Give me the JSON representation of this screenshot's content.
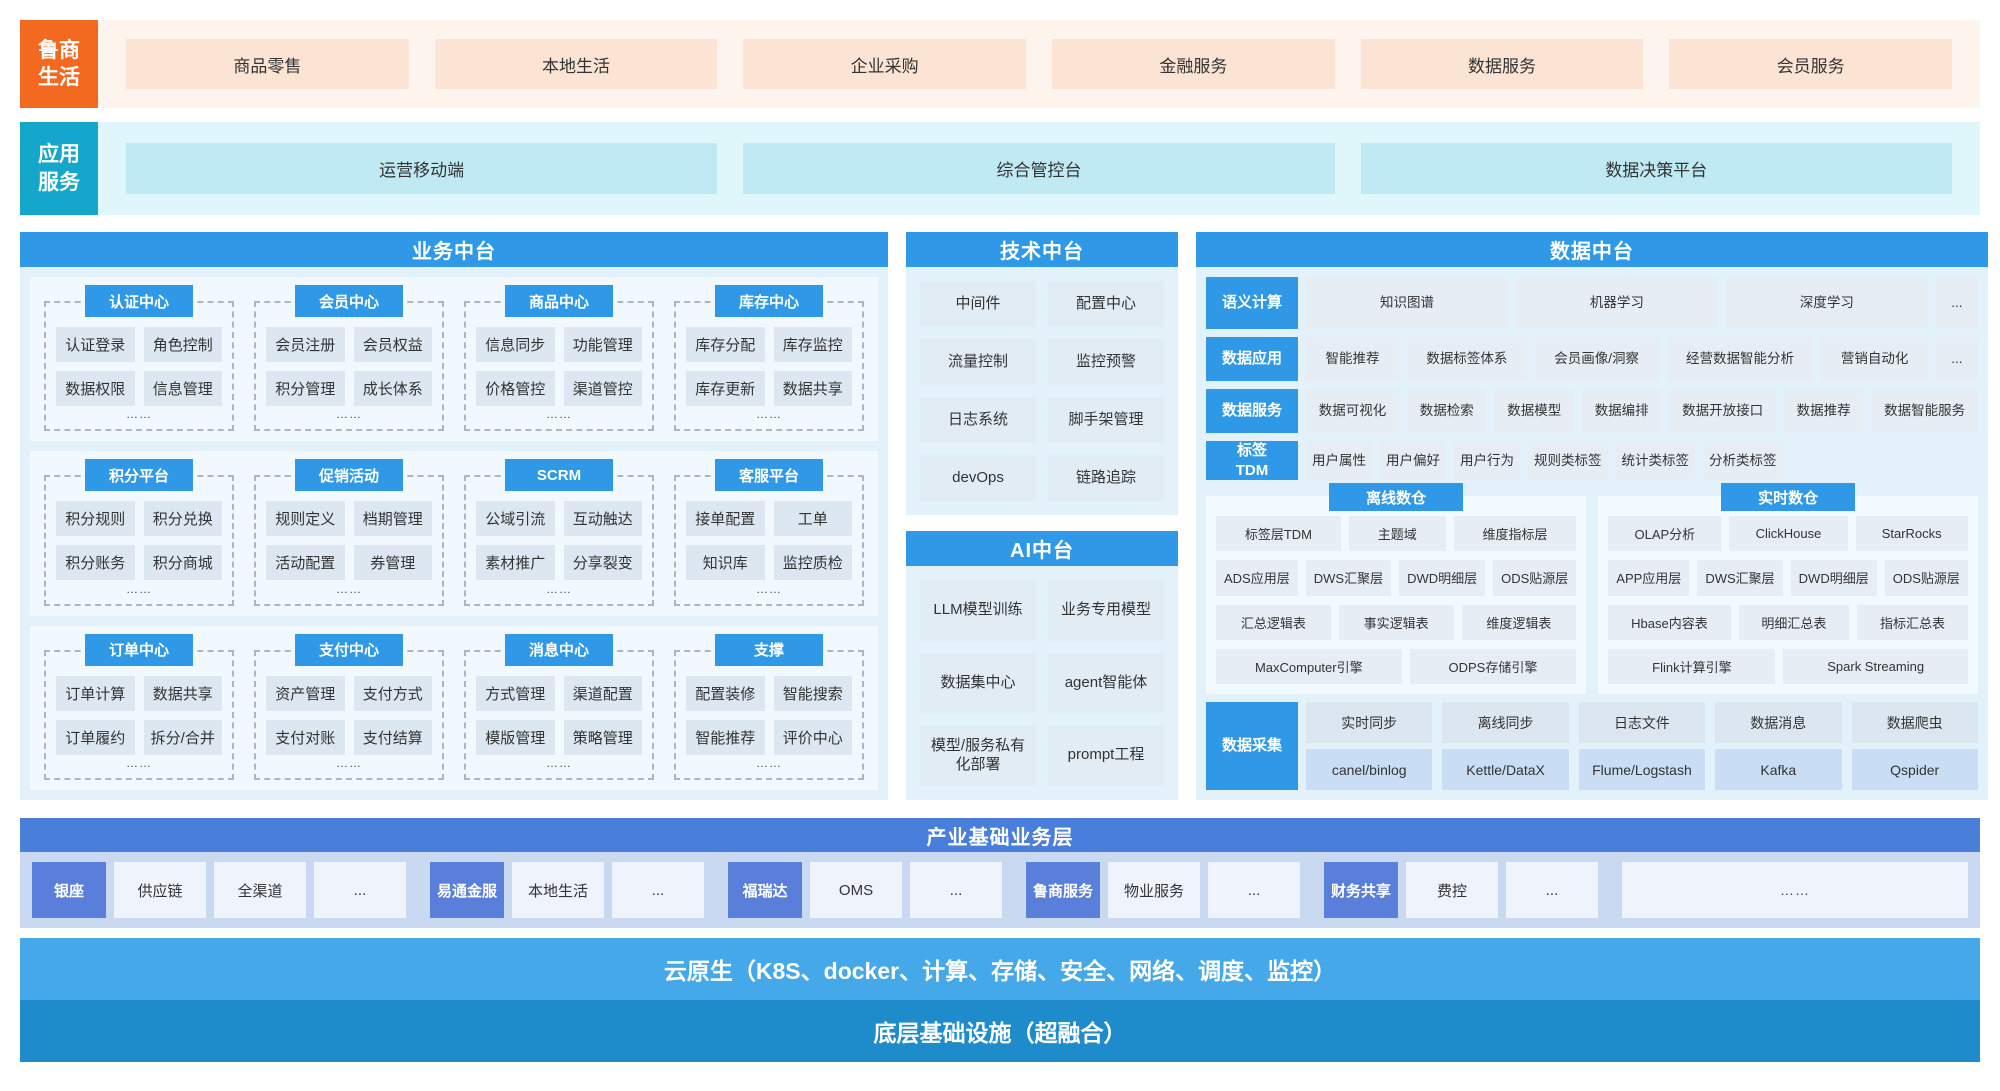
{
  "colors": {
    "brand_orange": "#F2691F",
    "app_cyan": "#14A6CB",
    "section_blue": "#2F99E8",
    "industry_blue": "#4A7EDB",
    "industry_chip_blue": "#5A7FDA",
    "cloud_blue": "#45A9E9",
    "infra_blue": "#1E8CCB"
  },
  "brand": {
    "logo": "鲁商\n生活",
    "items": [
      "商品零售",
      "本地生活",
      "企业采购",
      "金融服务",
      "数据服务",
      "会员服务"
    ]
  },
  "app": {
    "logo": "应用\n服务",
    "items": [
      "运营移动端",
      "综合管控台",
      "数据决策平台"
    ]
  },
  "business": {
    "title": "业务中台",
    "rows": [
      {
        "groups": [
          {
            "title": "认证中心",
            "cells": [
              "认证登录",
              "角色控制",
              "数据权限",
              "信息管理"
            ],
            "more": "……"
          },
          {
            "title": "会员中心",
            "cells": [
              "会员注册",
              "会员权益",
              "积分管理",
              "成长体系"
            ],
            "more": "……"
          },
          {
            "title": "商品中心",
            "cells": [
              "信息同步",
              "功能管理",
              "价格管控",
              "渠道管控"
            ],
            "more": "……"
          },
          {
            "title": "库存中心",
            "cells": [
              "库存分配",
              "库存监控",
              "库存更新",
              "数据共享"
            ],
            "more": "……"
          }
        ]
      },
      {
        "groups": [
          {
            "title": "积分平台",
            "cells": [
              "积分规则",
              "积分兑换",
              "积分账务",
              "积分商城"
            ],
            "more": "……"
          },
          {
            "title": "促销活动",
            "cells": [
              "规则定义",
              "档期管理",
              "活动配置",
              "券管理"
            ],
            "more": "……"
          },
          {
            "title": "SCRM",
            "cells": [
              "公域引流",
              "互动触达",
              "素材推广",
              "分享裂变"
            ],
            "more": "……"
          },
          {
            "title": "客服平台",
            "cells": [
              "接单配置",
              "工单",
              "知识库",
              "监控质检"
            ],
            "more": "……"
          }
        ]
      },
      {
        "groups": [
          {
            "title": "订单中心",
            "cells": [
              "订单计算",
              "数据共享",
              "订单履约",
              "拆分/合并"
            ],
            "more": "……"
          },
          {
            "title": "支付中心",
            "cells": [
              "资产管理",
              "支付方式",
              "支付对账",
              "支付结算"
            ],
            "more": "……"
          },
          {
            "title": "消息中心",
            "cells": [
              "方式管理",
              "渠道配置",
              "模版管理",
              "策略管理"
            ],
            "more": "……"
          },
          {
            "title": "支撑",
            "cells": [
              "配置装修",
              "智能搜索",
              "智能推荐",
              "评价中心"
            ],
            "more": "……"
          }
        ]
      }
    ]
  },
  "tech": {
    "title": "技术中台",
    "cells": [
      "中间件",
      "配置中心",
      "流量控制",
      "监控预警",
      "日志系统",
      "脚手架管理",
      "devOps",
      "链路追踪"
    ]
  },
  "ai": {
    "title": "AI中台",
    "cells": [
      "LLM模型训练",
      "业务专用模型",
      "数据集中心",
      "agent智能体",
      "模型/服务私有化部署",
      "prompt工程"
    ]
  },
  "data": {
    "title": "数据中台",
    "rows": [
      {
        "label": "语义计算",
        "cells": [
          "知识图谱",
          "机器学习",
          "深度学习",
          "..."
        ]
      },
      {
        "label": "数据应用",
        "cells": [
          "智能推荐",
          "数据标签体系",
          "会员画像/洞察",
          "经营数据智能分析",
          "营销自动化",
          "..."
        ]
      },
      {
        "label": "数据服务",
        "cells": [
          "数据可视化",
          "数据检索",
          "数据模型",
          "数据编排",
          "数据开放接口",
          "数据推荐",
          "数据智能服务"
        ]
      },
      {
        "label": "标签\nTDM",
        "cells": [
          "用户属性",
          "用户偏好",
          "用户行为",
          "规则类标签",
          "统计类标签",
          "分析类标签"
        ]
      }
    ],
    "warehouses": [
      {
        "title": "离线数仓",
        "rows": [
          [
            "标签层TDM",
            "主题域",
            "维度指标层"
          ],
          [
            "ADS应用层",
            "DWS汇聚层",
            "DWD明细层",
            "ODS贴源层"
          ],
          [
            "汇总逻辑表",
            "事实逻辑表",
            "维度逻辑表"
          ],
          [
            "MaxComputer引擎",
            "ODPS存储引擎"
          ]
        ]
      },
      {
        "title": "实时数仓",
        "rows": [
          [
            "OLAP分析",
            "ClickHouse",
            "StarRocks"
          ],
          [
            "APP应用层",
            "DWS汇聚层",
            "DWD明细层",
            "ODS贴源层"
          ],
          [
            "Hbase内容表",
            "明细汇总表",
            "指标汇总表"
          ],
          [
            "Flink计算引擎",
            "Spark Streaming"
          ]
        ]
      }
    ],
    "collection": {
      "label": "数据采集",
      "columns": [
        {
          "top": "实时同步",
          "bottom": "canel/binlog"
        },
        {
          "top": "离线同步",
          "bottom": "Kettle/DataX"
        },
        {
          "top": "日志文件",
          "bottom": "Flume/Logstash"
        },
        {
          "top": "数据消息",
          "bottom": "Kafka"
        },
        {
          "top": "数据爬虫",
          "bottom": "Qspider"
        }
      ]
    }
  },
  "industry": {
    "title": "产业基础业务层",
    "groups": [
      {
        "label": "银座",
        "cells": [
          "供应链",
          "全渠道",
          "..."
        ]
      },
      {
        "label": "易通金服",
        "cells": [
          "本地生活",
          "..."
        ]
      },
      {
        "label": "福瑞达",
        "cells": [
          "OMS",
          "..."
        ]
      },
      {
        "label": "鲁商服务",
        "cells": [
          "物业服务",
          "..."
        ]
      },
      {
        "label": "财务共享",
        "cells": [
          "费控",
          "..."
        ]
      }
    ],
    "more": "……"
  },
  "cloud_bar": "云原生（K8S、docker、计算、存储、安全、网络、调度、监控）",
  "infra_bar": "底层基础设施（超融合）"
}
